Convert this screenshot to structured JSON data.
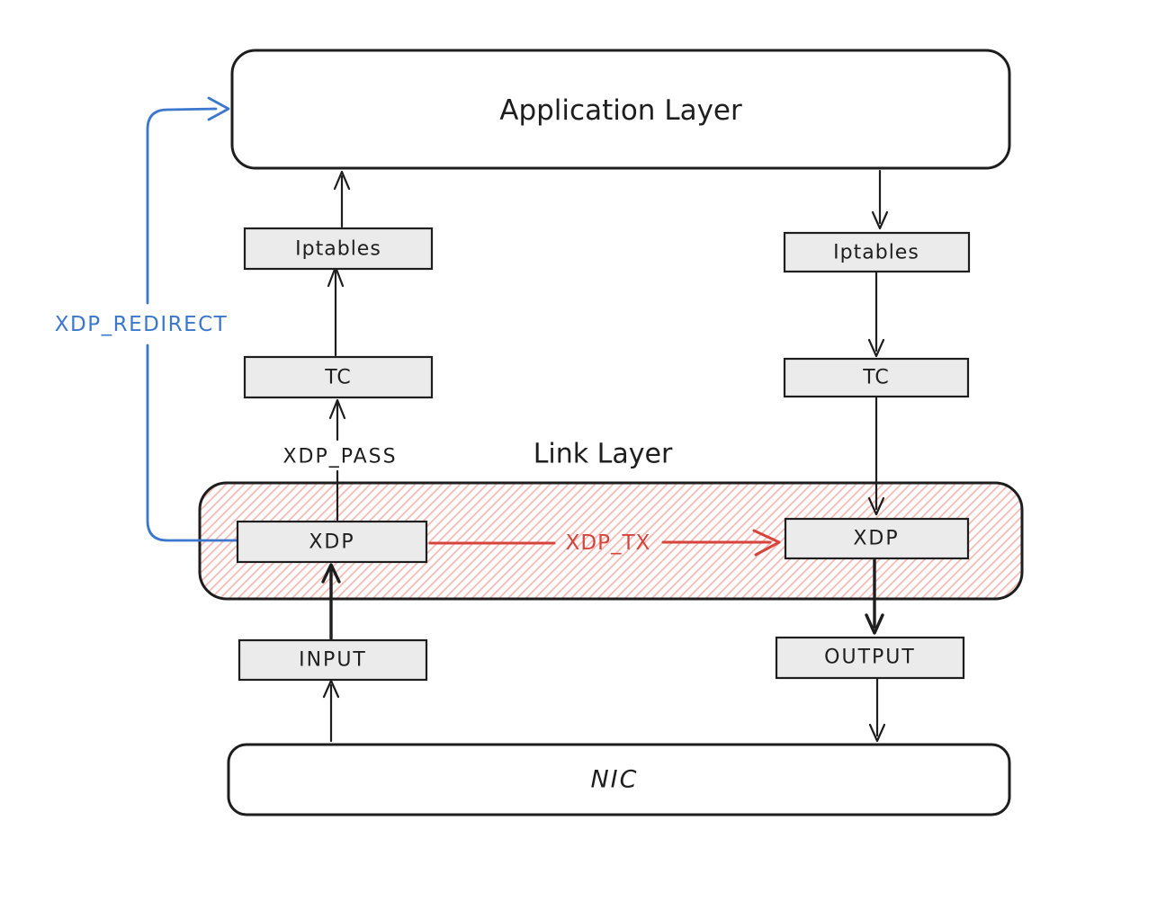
{
  "colors": {
    "ink": "#1e1e1e",
    "box_fill": "#ebebeb",
    "box_stroke": "#1e1e1e",
    "red": "#d6443c",
    "red_hatch": "#f5b9b4",
    "blue": "#3b78cd",
    "background": "#ffffff"
  },
  "nodes": {
    "application_layer": "Application Layer",
    "iptables_ingress": "Iptables",
    "iptables_egress": "Iptables",
    "tc_ingress": "TC",
    "tc_egress": "TC",
    "xdp_ingress": "XDP",
    "xdp_egress": "XDP",
    "input": "INPUT",
    "output": "OUTPUT",
    "nic": "NIC"
  },
  "labels": {
    "link_layer": "Link Layer",
    "xdp_pass": "XDP_PASS",
    "xdp_tx": "XDP_TX",
    "xdp_redirect": "XDP_REDIRECT"
  }
}
